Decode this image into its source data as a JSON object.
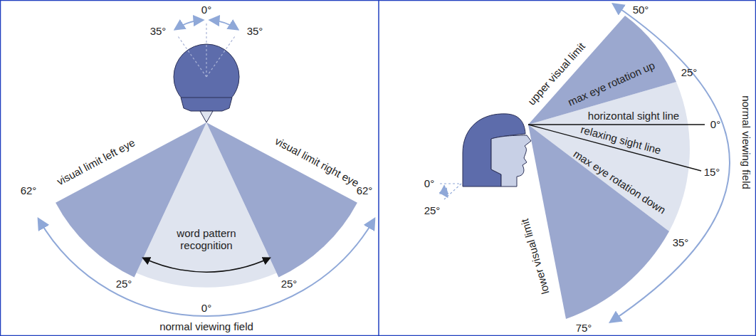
{
  "diagram": {
    "labels": [
      "35°",
      "0°",
      "35°",
      "visual limit left eye",
      "visual limit right eye",
      "62°",
      "62°",
      "word pattern recognition",
      "25°",
      "25°",
      "0°",
      "normal viewing field",
      "50°",
      "upper visual limit",
      "25°",
      "max eye rotation up",
      "horizontal sight line",
      "0°",
      "relaxing sight line",
      "15°",
      "max eye rotation down",
      "35°",
      "lower visual limit",
      "75°",
      "normal viewing field",
      "0°",
      "25°"
    ]
  }
}
